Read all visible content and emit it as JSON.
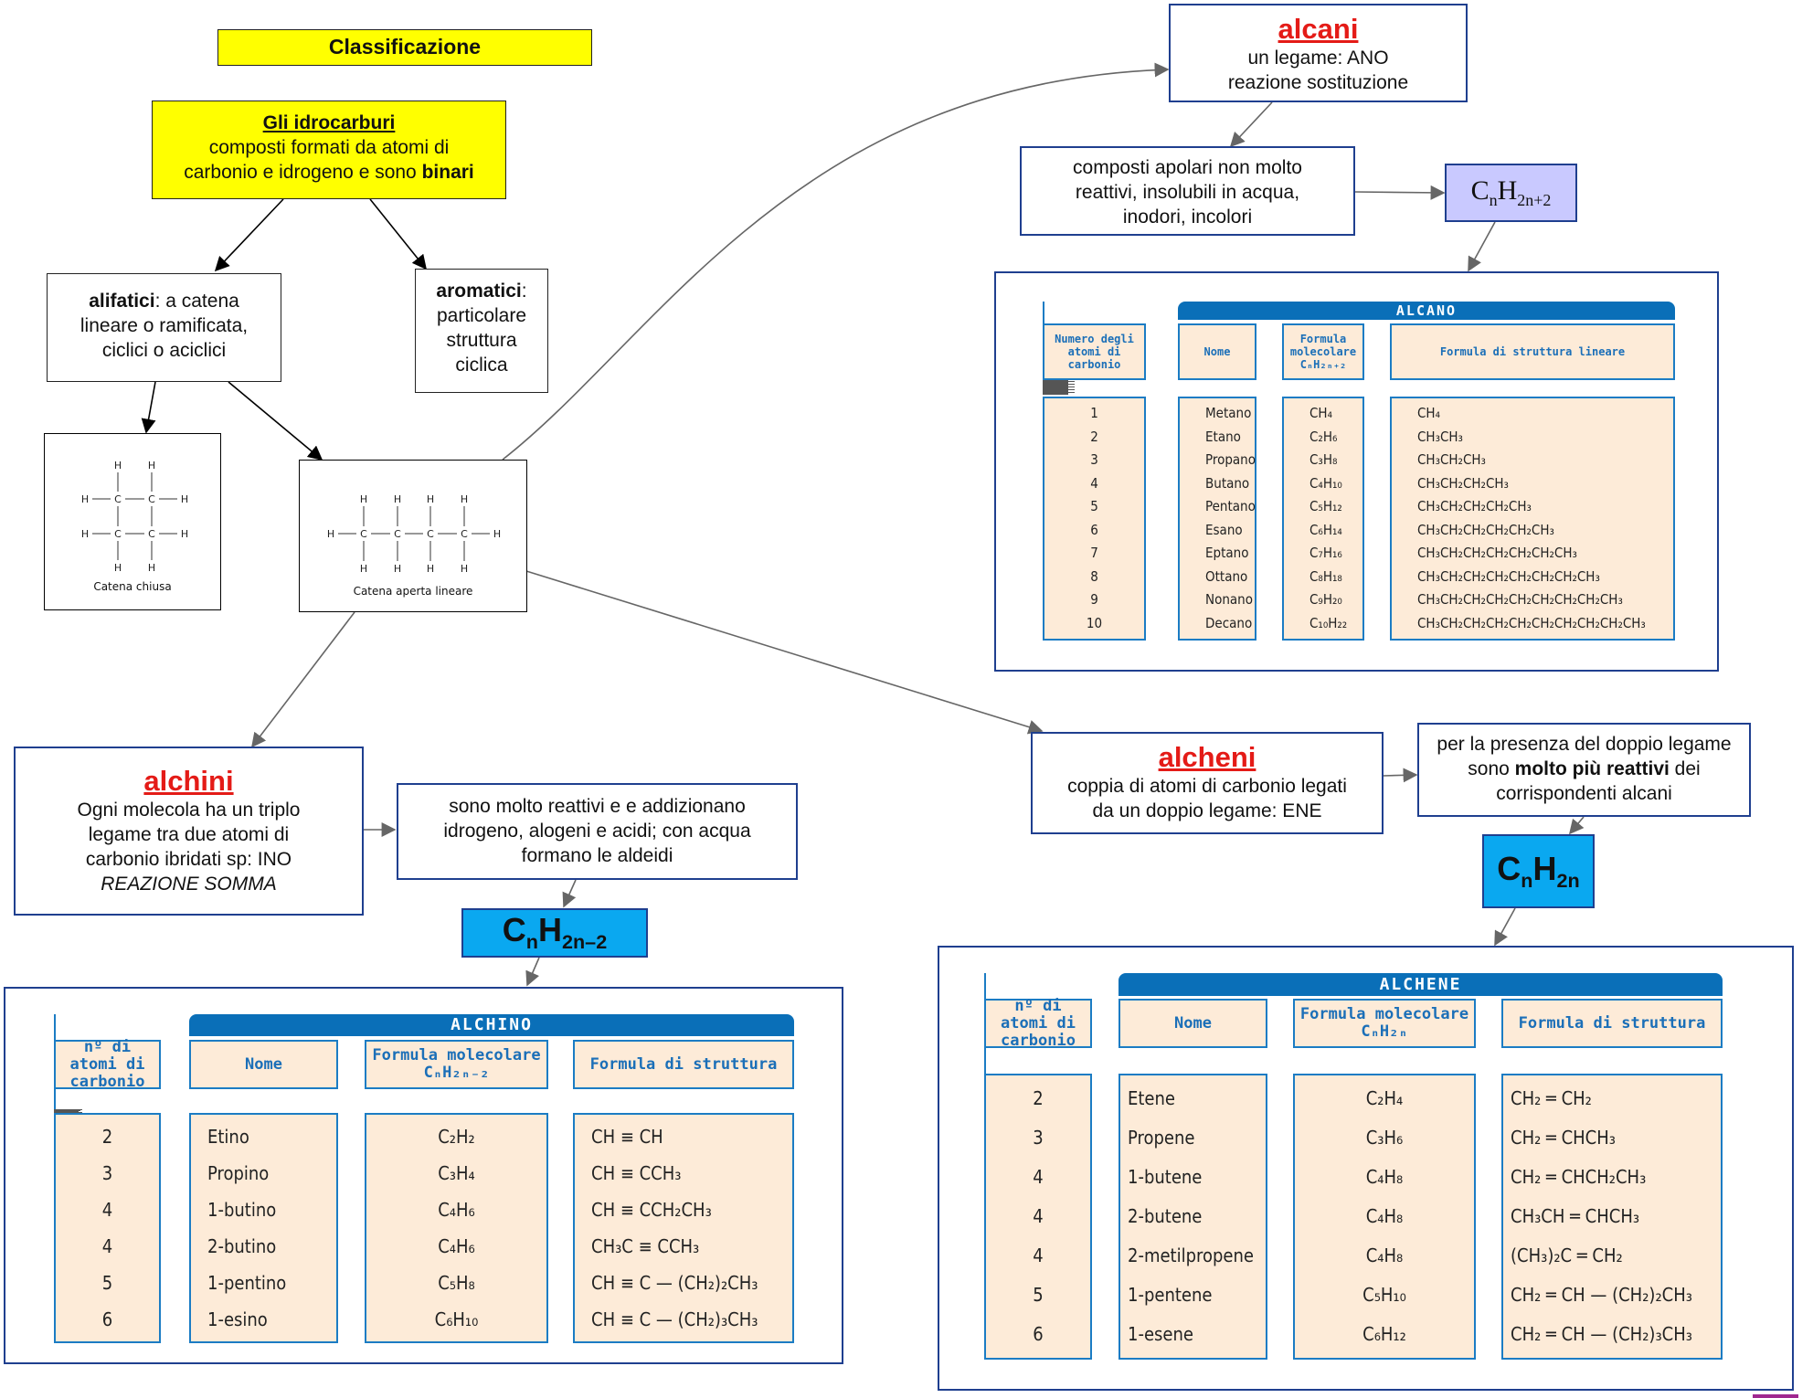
{
  "classificazione": "Classificazione",
  "idrocarburi": {
    "title": "Gli idrocarburi",
    "line1": "composti formati da atomi di",
    "line2": "carbonio e idrogeno e sono",
    "bold": "binari"
  },
  "alifatici": {
    "bold": "alifatici",
    "text1": ": a catena",
    "text2": "lineare o ramificata,",
    "text3": "ciclici o aciclici"
  },
  "aromatici": {
    "bold": "aromatici",
    "text1": ":",
    "text2": "particolare",
    "text3": "struttura",
    "text4": "ciclica"
  },
  "catena_chiusa": "Catena chiusa",
  "catena_aperta": "Catena aperta lineare",
  "alcani": {
    "title": "alcani",
    "line1": "un legame: ANO",
    "line2": "reazione sostituzione",
    "props1": "composti apolari non molto",
    "props2": "reattivi, insolubili in acqua,",
    "props3": "inodori, incolori",
    "formula_main": "C",
    "formula_n": "n",
    "formula_h": "H",
    "formula_sub": "2n+2"
  },
  "alcheni": {
    "title": "alcheni",
    "line1": "coppia di atomi di carbonio legati",
    "line2": "da un doppio legame: ENE",
    "props1": "per la presenza del doppio legame",
    "props2a": "sono ",
    "props2b": "molto più reattivi",
    "props2c": " dei",
    "props3": "corrispondenti alcani",
    "formula_sub": "2n"
  },
  "alchini": {
    "title": "alchini",
    "line1": "Ogni molecola ha un triplo",
    "line2": "legame tra due atomi di",
    "line3": "carbonio ibridati sp: INO",
    "line4": "REAZIONE SOMMA",
    "props1": "sono molto reattivi e e addizionano",
    "props2": "idrogeno, alogeni e acidi; con acqua",
    "props3": "formano le aldeidi",
    "formula_sub": "2n–2"
  },
  "table_alcano": {
    "header": "ALCANO",
    "cols": [
      "Numero degli atomi di carbonio",
      "Nome",
      "Formula molecolare CₙH₂ₙ₊₂",
      "Formula di struttura lineare"
    ],
    "rows": [
      [
        "1",
        "Metano",
        "CH₄",
        "CH₄"
      ],
      [
        "2",
        "Etano",
        "C₂H₆",
        "CH₃CH₃"
      ],
      [
        "3",
        "Propano",
        "C₃H₈",
        "CH₃CH₂CH₃"
      ],
      [
        "4",
        "Butano",
        "C₄H₁₀",
        "CH₃CH₂CH₂CH₃"
      ],
      [
        "5",
        "Pentano",
        "C₅H₁₂",
        "CH₃CH₂CH₂CH₂CH₃"
      ],
      [
        "6",
        "Esano",
        "C₆H₁₄",
        "CH₃CH₂CH₂CH₂CH₂CH₃"
      ],
      [
        "7",
        "Eptano",
        "C₇H₁₆",
        "CH₃CH₂CH₂CH₂CH₂CH₂CH₃"
      ],
      [
        "8",
        "Ottano",
        "C₈H₁₈",
        "CH₃CH₂CH₂CH₂CH₂CH₂CH₂CH₃"
      ],
      [
        "9",
        "Nonano",
        "C₉H₂₀",
        "CH₃CH₂CH₂CH₂CH₂CH₂CH₂CH₂CH₃"
      ],
      [
        "10",
        "Decano",
        "C₁₀H₂₂",
        "CH₃CH₂CH₂CH₂CH₂CH₂CH₂CH₂CH₂CH₃"
      ]
    ]
  },
  "table_alchene": {
    "header": "ALCHENE",
    "cols": [
      "nº di atomi di carbonio",
      "Nome",
      "Formula molecolare CₙH₂ₙ",
      "Formula di struttura"
    ],
    "rows": [
      [
        "2",
        "Etene",
        "C₂H₄",
        "CH₂ ═ CH₂"
      ],
      [
        "3",
        "Propene",
        "C₃H₆",
        "CH₂ ═ CHCH₃"
      ],
      [
        "4",
        "1-butene",
        "C₄H₈",
        "CH₂ ═ CHCH₂CH₃"
      ],
      [
        "4",
        "2-butene",
        "C₄H₈",
        "CH₃CH ═ CHCH₃"
      ],
      [
        "4",
        "2-metilpropene",
        "C₄H₈",
        "(CH₃)₂C ═ CH₂"
      ],
      [
        "5",
        "1-pentene",
        "C₅H₁₀",
        "CH₂ ═ CH — (CH₂)₂CH₃"
      ],
      [
        "6",
        "1-esene",
        "C₆H₁₂",
        "CH₂ ═ CH — (CH₂)₃CH₃"
      ]
    ]
  },
  "table_alchino": {
    "header": "ALCHINO",
    "cols": [
      "nº di atomi di carbonio",
      "Nome",
      "Formula molecolare CₙH₂ₙ₋₂",
      "Formula di struttura"
    ],
    "rows": [
      [
        "2",
        "Etino",
        "C₂H₂",
        "CH ≡ CH"
      ],
      [
        "3",
        "Propino",
        "C₃H₄",
        "CH ≡ CCH₃"
      ],
      [
        "4",
        "1-butino",
        "C₄H₆",
        "CH ≡ CCH₂CH₃"
      ],
      [
        "4",
        "2-butino",
        "C₄H₆",
        "CH₃C ≡ CCH₃"
      ],
      [
        "5",
        "1-pentino",
        "C₅H₈",
        "CH ≡ C — (CH₂)₂CH₃"
      ],
      [
        "6",
        "1-esino",
        "C₆H₁₀",
        "CH ≡ C — (CH₂)₃CH₃"
      ]
    ]
  },
  "colors": {
    "yellow": "#ffff00",
    "red": "#e41b17",
    "cyan": "#0aa8f0",
    "lavender": "#c9c9ff",
    "table_blue": "#1b7cc4",
    "table_fill": "#fdebd8"
  }
}
